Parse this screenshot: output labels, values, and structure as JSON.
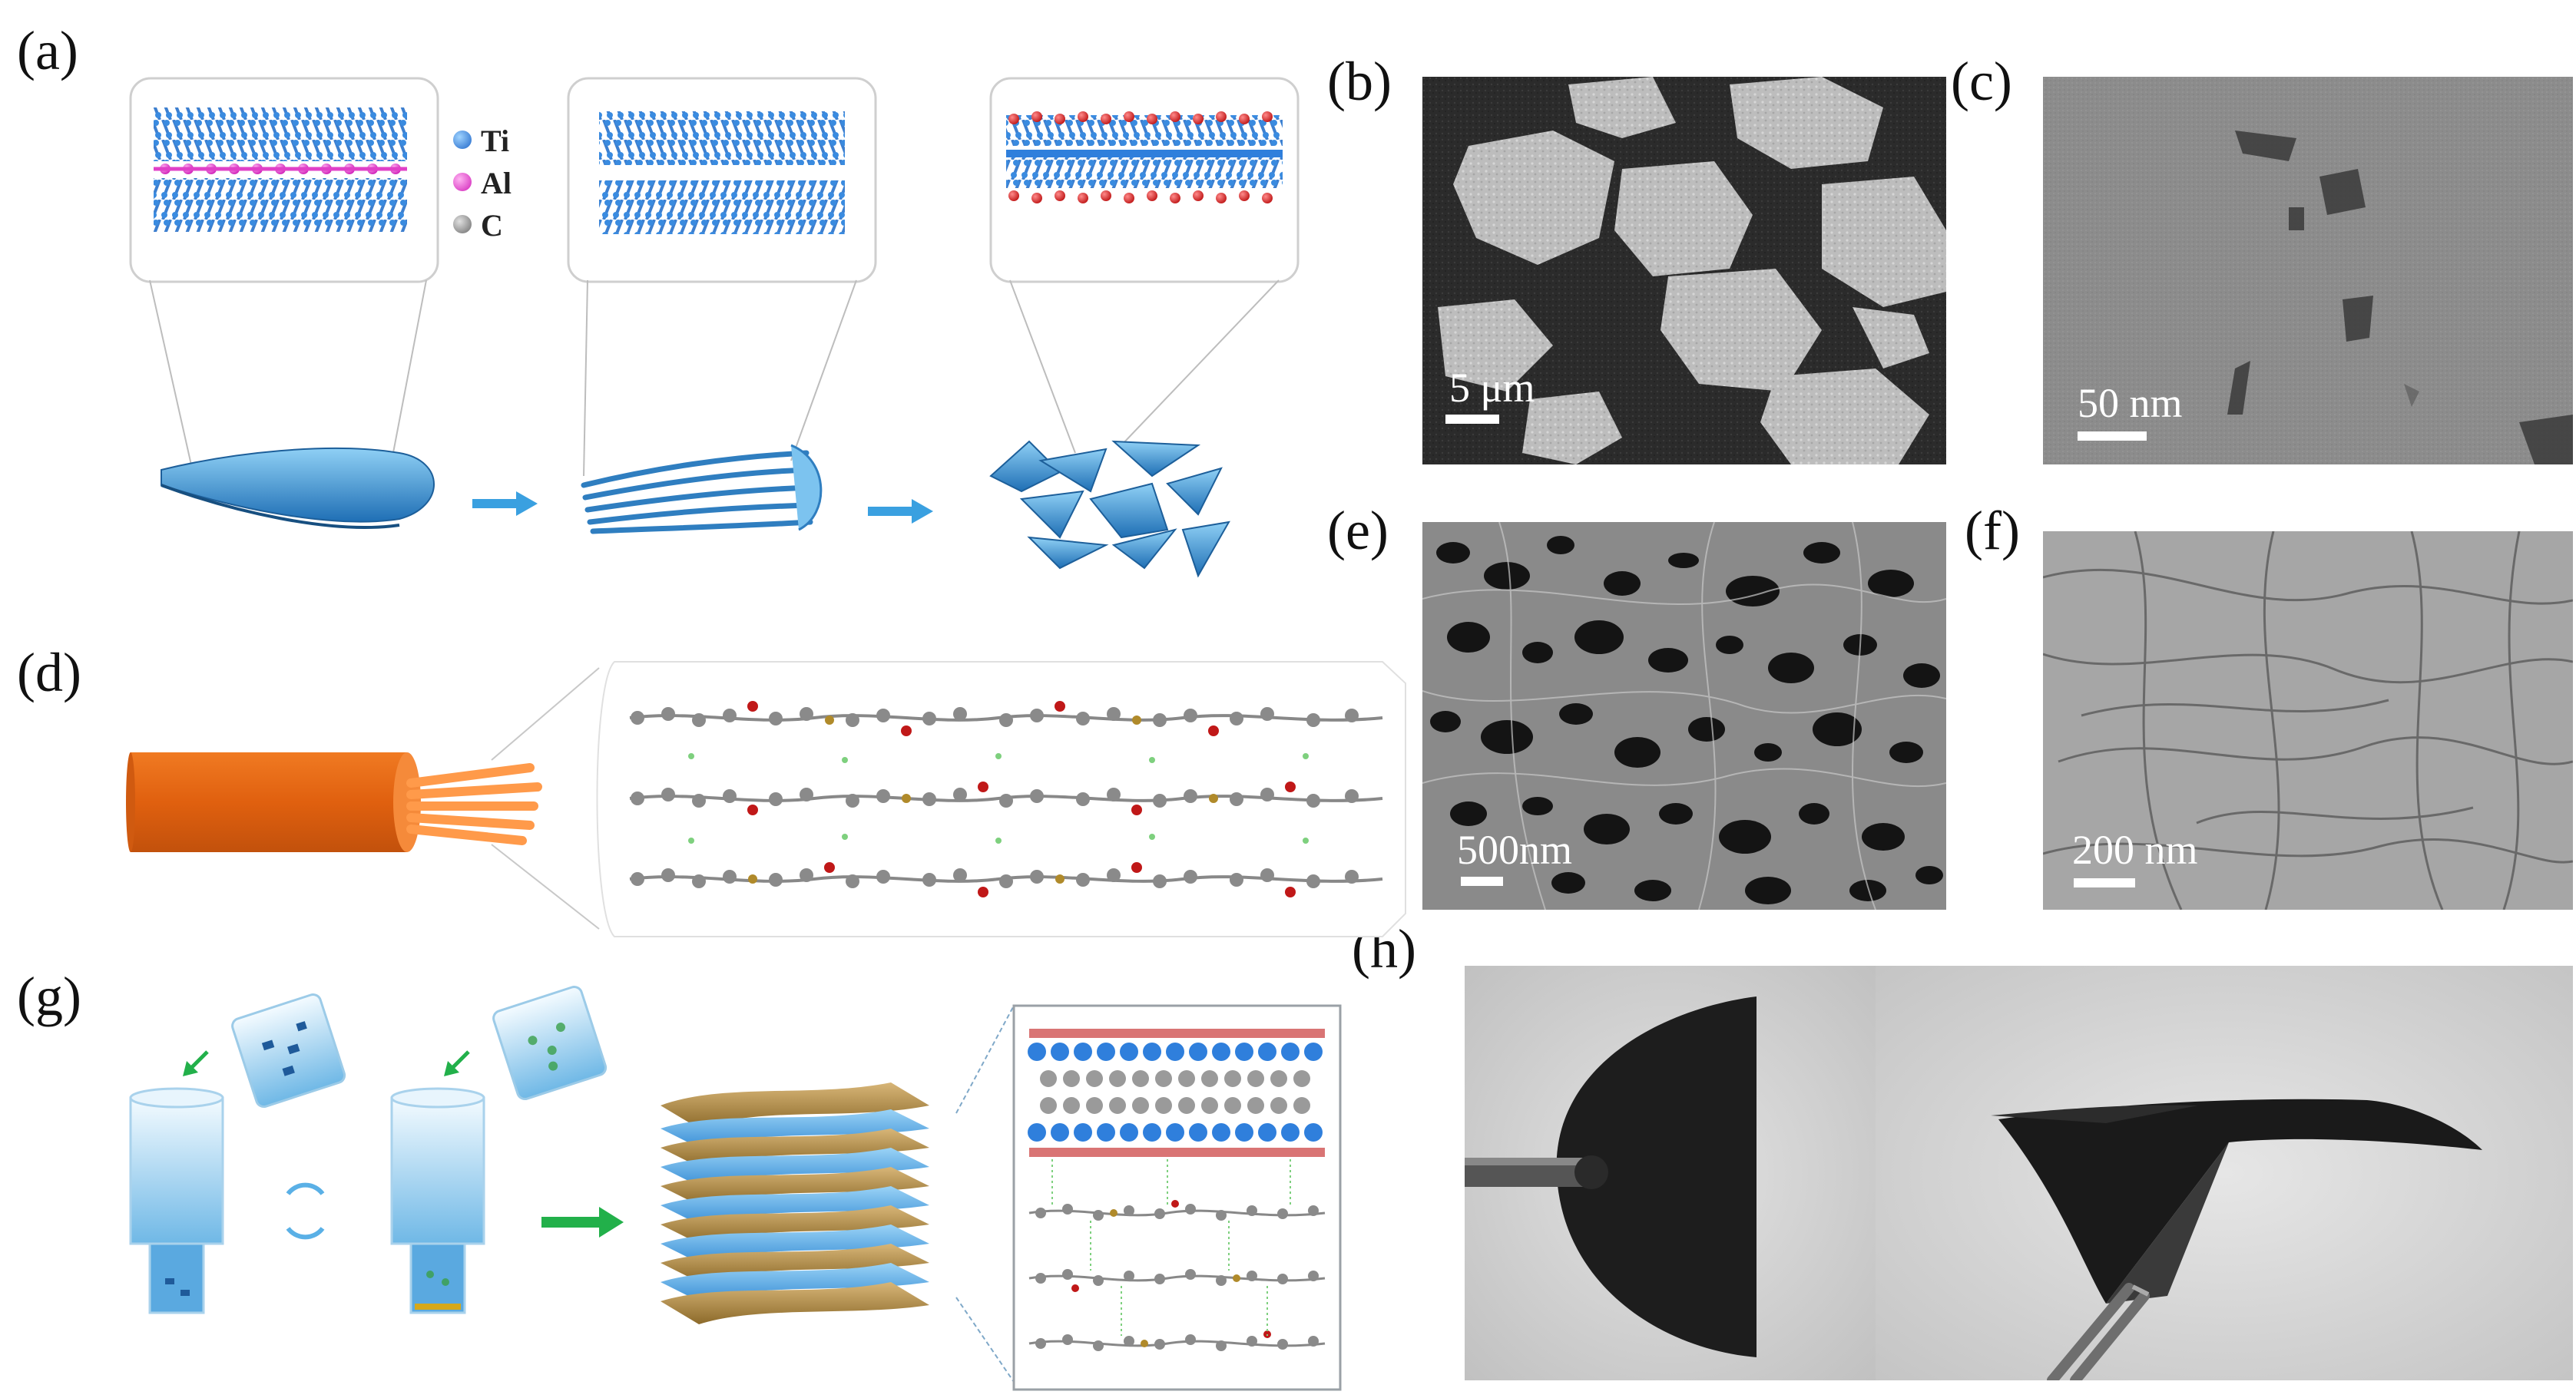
{
  "panels": {
    "a": "(a)",
    "b": "(b)",
    "c": "(c)",
    "d": "(d)",
    "e": "(e)",
    "f": "(f)",
    "g": "(g)",
    "h": "(h)"
  },
  "legend": {
    "items": [
      {
        "label": "Ti",
        "color": "#2f7fdc"
      },
      {
        "label": "Al",
        "color": "#e040c8"
      },
      {
        "label": "C",
        "color": "#8a8a8a"
      }
    ]
  },
  "scale_bars": {
    "b": "5 μm",
    "c": "50 nm",
    "e": "500nm",
    "f": "200 nm"
  },
  "colors": {
    "mxene_blue": "#3a8fd6",
    "fiber_orange": "#e0600f",
    "polymer_gold": "#b08a4a",
    "arrow_blue": "#3aa0e0",
    "arrow_green": "#22b04a"
  }
}
